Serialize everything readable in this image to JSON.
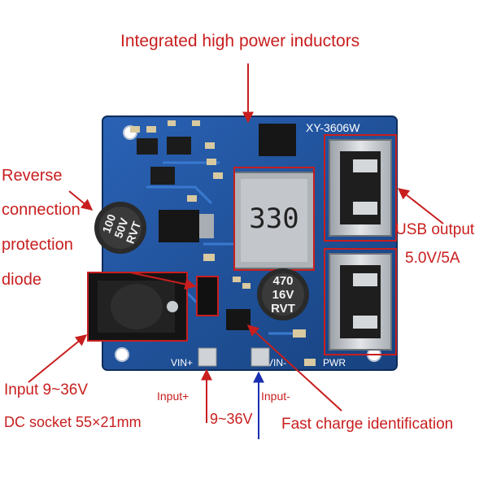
{
  "board": {
    "model": "XY-3606W",
    "inductor_mark": "330",
    "cap_left": [
      "100",
      "50V",
      "RVT"
    ],
    "cap_right": [
      "470",
      "16V",
      "RVT"
    ],
    "pad_left": "VIN+",
    "pad_right": "VIN-",
    "pwr": "PWR"
  },
  "labels": {
    "inductors": "Integrated high power inductors",
    "reverse": [
      "Reverse",
      "connection",
      "protection",
      "diode"
    ],
    "usb": [
      "USB output",
      "5.0V/5A"
    ],
    "input": [
      "Input 9~36V",
      "DC socket 55×21mm"
    ],
    "input_plus": "Input+",
    "input_minus": "Input-",
    "voltage": "9~36V",
    "fast_charge": "Fast charge identification"
  },
  "colors": {
    "annotation": "#c81e1e",
    "pcb": "#1f4f9a",
    "arrow_blue": "#1a2fb0"
  }
}
